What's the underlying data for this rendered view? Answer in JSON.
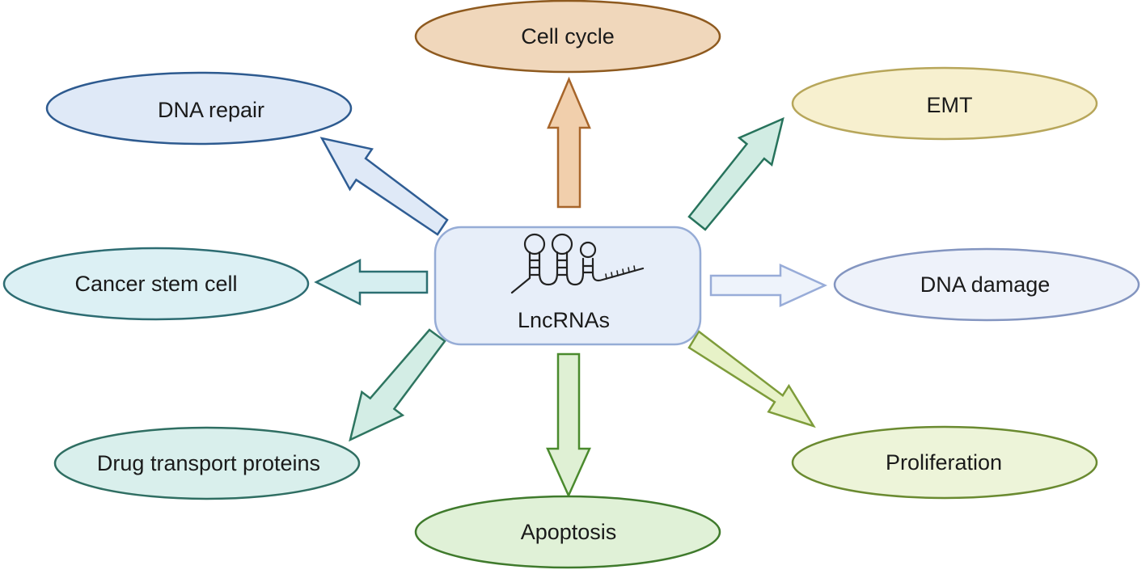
{
  "center": {
    "label": "LncRNAs",
    "icon": "rna-hairpin-icon",
    "fill": "#e7eef9",
    "stroke": "#96acd6"
  },
  "nodes": [
    {
      "id": "cell-cycle",
      "label": "Cell cycle",
      "fill": "#f0d7bb",
      "stroke": "#8e5a1f",
      "arrow_fill": "#f1cfac",
      "arrow_stroke": "#a7652a"
    },
    {
      "id": "emt",
      "label": "EMT",
      "fill": "#f7f0cf",
      "stroke": "#b7a65a",
      "arrow_fill": "#d1ece3",
      "arrow_stroke": "#27735c"
    },
    {
      "id": "dna-damage",
      "label": "DNA damage",
      "fill": "#eef2fa",
      "stroke": "#8395c0",
      "arrow_fill": "#eef3fb",
      "arrow_stroke": "#98acd8"
    },
    {
      "id": "proliferation",
      "label": "Proliferation",
      "fill": "#edf4d9",
      "stroke": "#6a8a30",
      "arrow_fill": "#e7f2c8",
      "arrow_stroke": "#7e9c3a"
    },
    {
      "id": "apoptosis",
      "label": "Apoptosis",
      "fill": "#e0f1d7",
      "stroke": "#3f7a2c",
      "arrow_fill": "#dff0d4",
      "arrow_stroke": "#4a8a2d"
    },
    {
      "id": "drug-transport",
      "label": "Drug transport proteins",
      "fill": "#d9efec",
      "stroke": "#2f6e62",
      "arrow_fill": "#d3ede5",
      "arrow_stroke": "#2e7560"
    },
    {
      "id": "cancer-stem-cell",
      "label": "Cancer stem cell",
      "fill": "#dcf0f4",
      "stroke": "#2d6c72",
      "arrow_fill": "#d6eef0",
      "arrow_stroke": "#2c6f72"
    },
    {
      "id": "dna-repair",
      "label": "DNA repair",
      "fill": "#dfe9f7",
      "stroke": "#2d5a8f",
      "arrow_fill": "#dfe9f7",
      "arrow_stroke": "#2f5d94"
    }
  ]
}
